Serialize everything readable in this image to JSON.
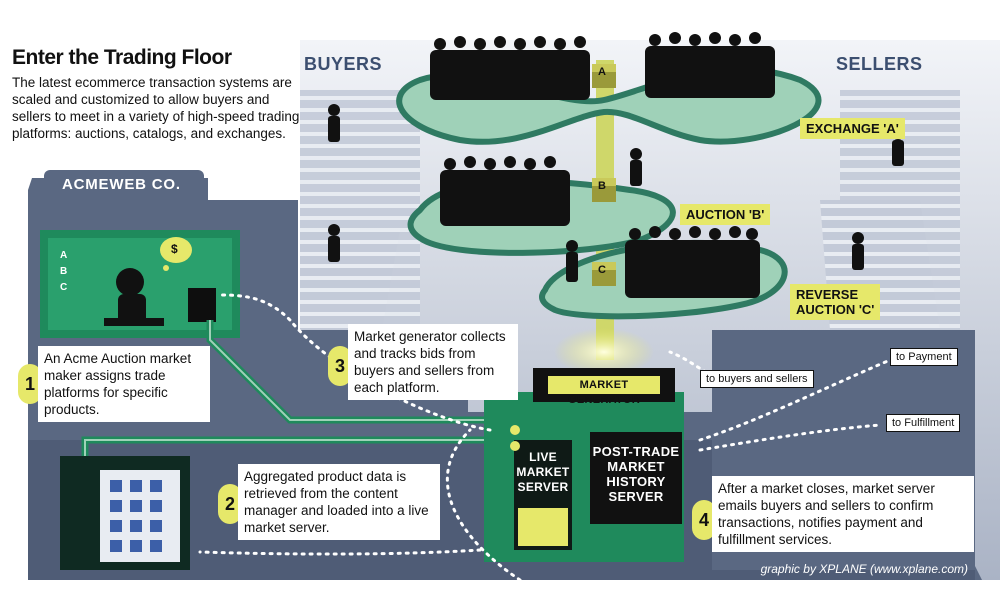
{
  "title": "Enter the Trading Floor",
  "intro": "The latest ecommerce transaction systems are scaled and customized to allow buyers and sellers to meet in a variety of high-speed trading platforms: auctions, catalogs, and exchanges.",
  "headers": {
    "buyers": "BUYERS",
    "sellers": "SELLERS",
    "company": "ACMEWEB CO."
  },
  "platforms": {
    "exchange": "EXCHANGE 'A'",
    "auction": "AUCTION 'B'",
    "reverse_1": "REVERSE",
    "reverse_2": "AUCTION 'C'",
    "cube_a": "A",
    "cube_b": "B",
    "cube_c": "C"
  },
  "screen_labels": {
    "a": "A",
    "b": "B",
    "c": "C",
    "money": "$"
  },
  "steps": [
    {
      "num": "1",
      "text": "An Acme Auction market maker assigns trade platforms for specific products."
    },
    {
      "num": "2",
      "text": "Aggregated product data is retrieved from the content manager and loaded into a live market server."
    },
    {
      "num": "3",
      "text": "Market generator collects and tracks bids from buyers and sellers from each platform."
    },
    {
      "num": "4",
      "text": "After a market closes, market server emails buyers and sellers to confirm transactions, notifies payment and fulfillment services."
    }
  ],
  "servers": {
    "market_generator": "MARKET GENERATOR",
    "live_1": "LIVE",
    "live_2": "MARKET",
    "live_3": "SERVER",
    "post_1": "POST-TRADE",
    "post_2": "MARKET",
    "post_3": "HISTORY",
    "post_4": "SERVER"
  },
  "destinations": {
    "buyers_sellers": "to buyers and sellers",
    "payment": "to Payment",
    "fulfillment": "to Fulfillment"
  },
  "credit": "graphic by XPLANE (www.xplane.com)",
  "colors": {
    "platform": "#9fd1b8",
    "platform_edge": "#2f7a62",
    "highlight": "#e6e86a",
    "panel": "#5a6882",
    "pipe": "#1f8a5c"
  }
}
